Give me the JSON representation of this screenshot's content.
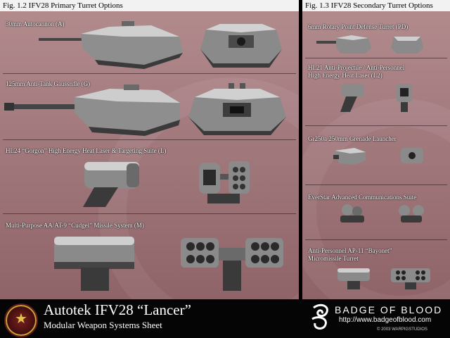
{
  "primary": {
    "fig_label": "Fig. 1.2   IFV28 Primary Turret Options",
    "items": [
      {
        "label": "30mm Autocannon (A)"
      },
      {
        "label": "125mm Anti-Tank Gaussrifle (G)"
      },
      {
        "label": "HL24 “Gorgon” High Energy Heat Laser & Targeting Suite (L)"
      },
      {
        "label": "Multi-Purpose  AA/AT-9 “Cudgel” Missile System (M)"
      }
    ]
  },
  "secondary": {
    "fig_label": "Fig. 1.3   IFV28 Secondary Turret Options",
    "items": [
      {
        "label": "6mm Rotary Point Defense Turret (PD)"
      },
      {
        "label": "HL21 Anti-Projectile / Anti-Personnel",
        "label2": "High Energy Heat Laser (L2)"
      },
      {
        "label": "Gr250a 250mm Grenade Launcher"
      },
      {
        "label": "EverStar Advanced Communications Suite"
      },
      {
        "label": "Anti-Personnel AP-11 “Bayonet”",
        "label2": "Micromissile Turret"
      }
    ]
  },
  "footer": {
    "title": "Autotek IFV28 “Lancer”",
    "subtitle": "Modular Weapon Systems Sheet",
    "brand": "BADGE OF BLOOD",
    "url": "http://www.badgeofblood.com",
    "copyright": "© 2003 WARPIGSTUDIOS"
  },
  "colors": {
    "panel_bg": "#a47c80",
    "metal_dark": "#3a3a3a",
    "metal_light": "#cfcfcf",
    "footer_bg": "#050505",
    "seal_red": "#7a2020",
    "seal_gold": "#caa43a"
  }
}
